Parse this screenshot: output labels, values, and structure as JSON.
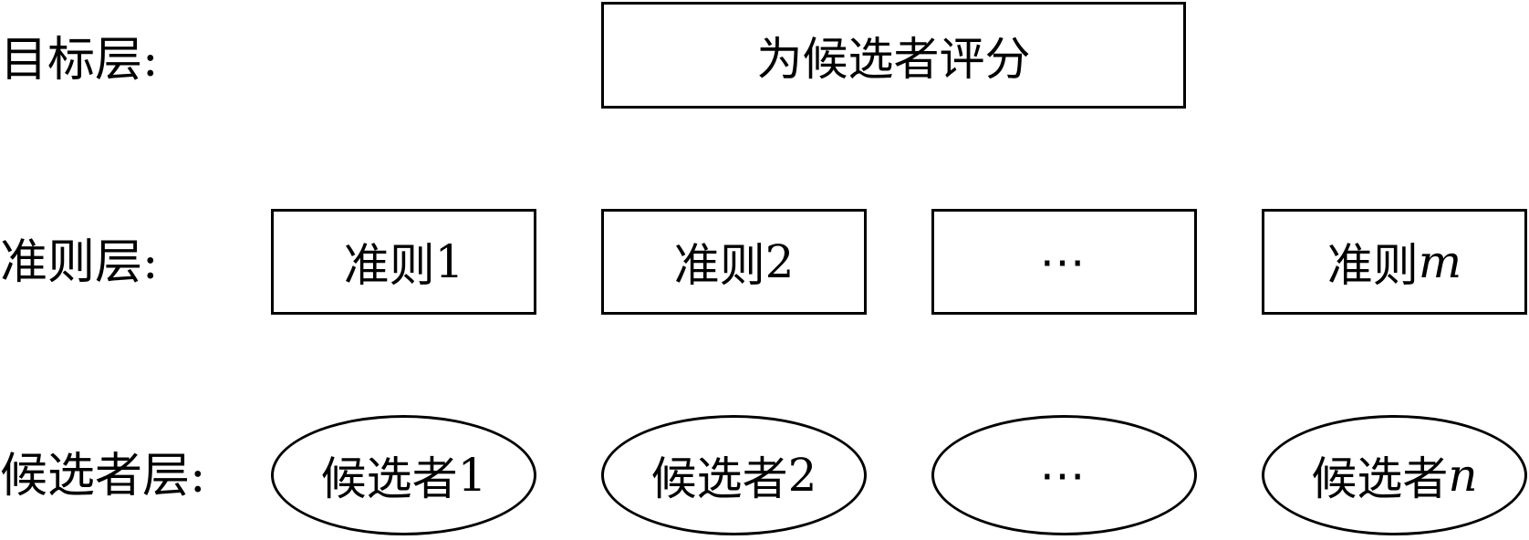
{
  "layers": {
    "goal": "目标层:",
    "criteria": "准则层:",
    "candidates": "候选者层:"
  },
  "goal_node": {
    "label": "为候选者评分"
  },
  "criteria_nodes": [
    {
      "label": "准则",
      "suffix": "1"
    },
    {
      "label": "准则",
      "suffix": "2"
    },
    {
      "label": "⋯",
      "suffix": ""
    },
    {
      "label": "准则",
      "suffix": "m"
    }
  ],
  "candidate_nodes": [
    {
      "label": "候选者",
      "suffix": "1"
    },
    {
      "label": "候选者",
      "suffix": "2"
    },
    {
      "label": "⋯",
      "suffix": ""
    },
    {
      "label": "候选者",
      "suffix": "n"
    }
  ]
}
